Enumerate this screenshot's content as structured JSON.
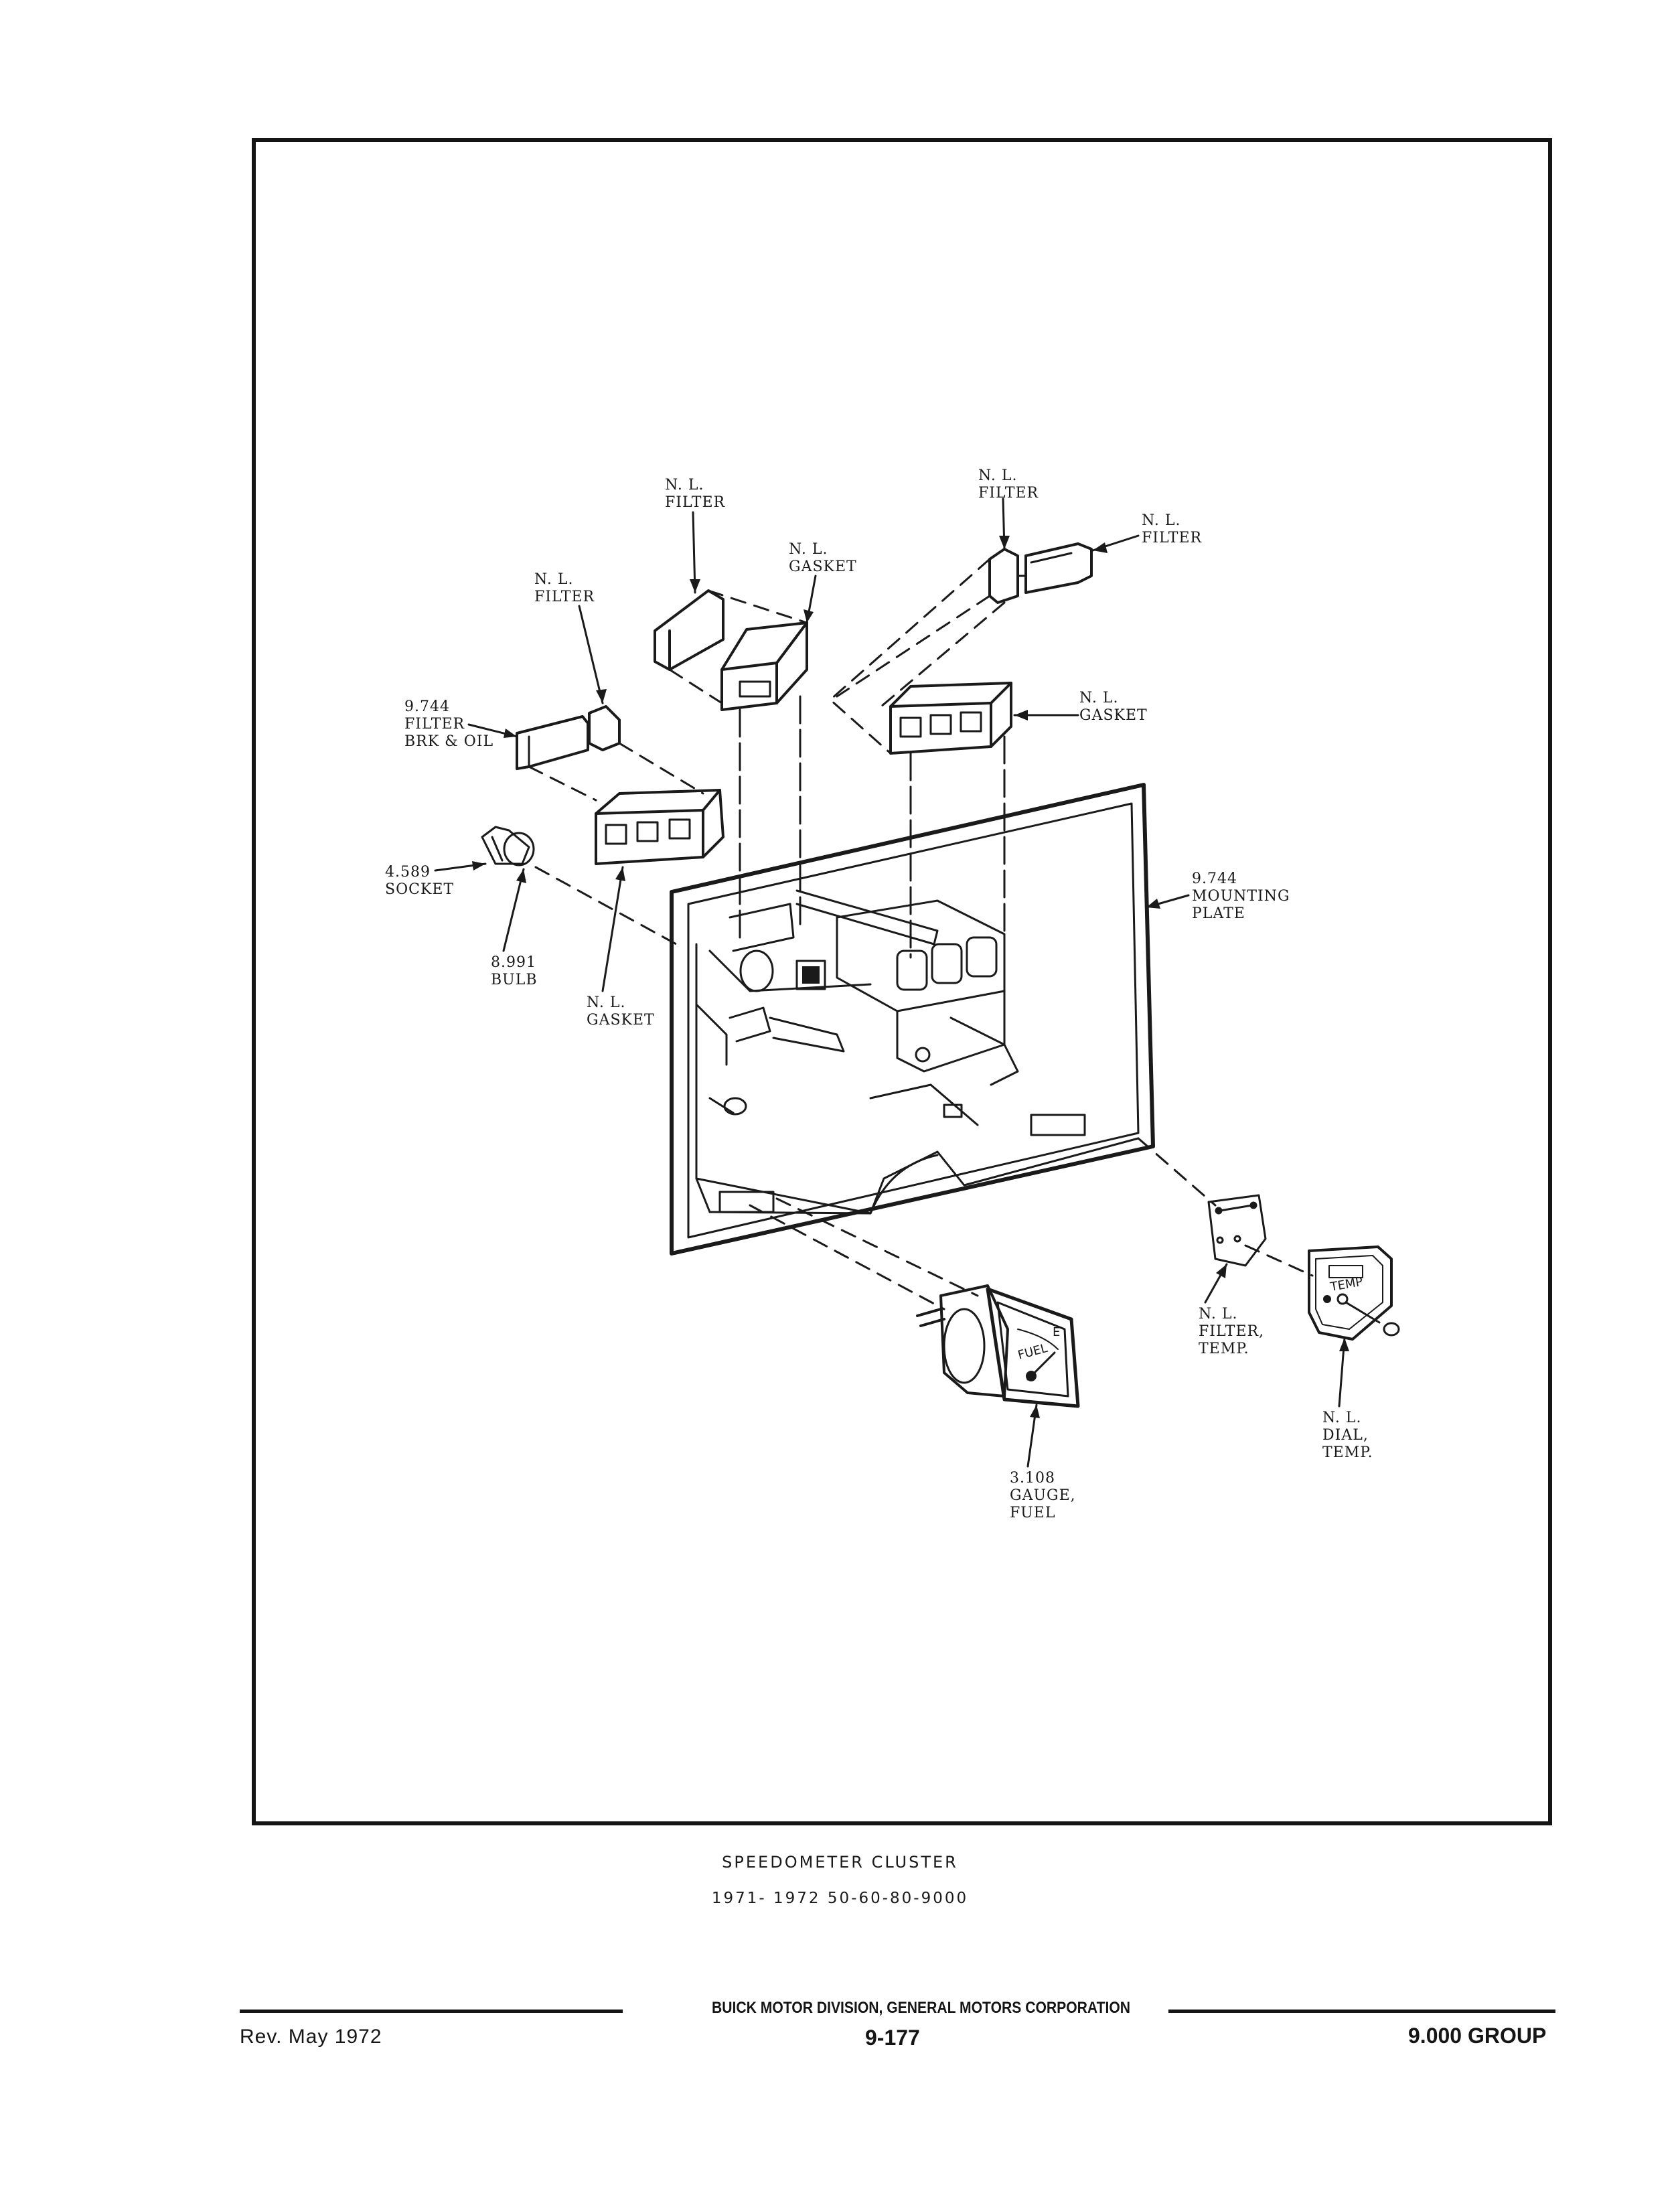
{
  "labels": {
    "filter_top_center": [
      "N. L.",
      "FILTER"
    ],
    "filter_top_right_a": [
      "N. L.",
      "FILTER"
    ],
    "filter_top_right_b": [
      "N. L.",
      "FILTER"
    ],
    "gasket_top_center": [
      "N. L.",
      "GASKET"
    ],
    "filter_left": [
      "N. L.",
      "FILTER"
    ],
    "filter_brk_oil": [
      "9.744",
      "FILTER",
      "BRK & OIL"
    ],
    "gasket_right": [
      "N. L.",
      "GASKET"
    ],
    "socket": [
      "4.589",
      "SOCKET"
    ],
    "mounting_plate": [
      "9.744",
      "MOUNTING",
      "PLATE"
    ],
    "bulb": [
      "8.991",
      "BULB"
    ],
    "gasket_left": [
      "N. L.",
      "GASKET"
    ],
    "filter_temp": [
      "N. L.",
      "FILTER,",
      "TEMP."
    ],
    "dial_temp": [
      "N. L.",
      "DIAL,",
      "TEMP."
    ],
    "gauge_fuel": [
      "3.108",
      "GAUGE,",
      "FUEL"
    ]
  },
  "gauge_marks": {
    "fuel_word": "FUEL",
    "fuel_e": "E",
    "temp_word": "TEMP"
  },
  "caption": {
    "title": "SPEEDOMETER CLUSTER",
    "subtitle": "1971- 1972 50-60-80-9000"
  },
  "footer": {
    "rev": "Rev. May 1972",
    "division": "BUICK MOTOR DIVISION, GENERAL MOTORS CORPORATION",
    "page": "9-177",
    "group": "9.000 GROUP"
  }
}
